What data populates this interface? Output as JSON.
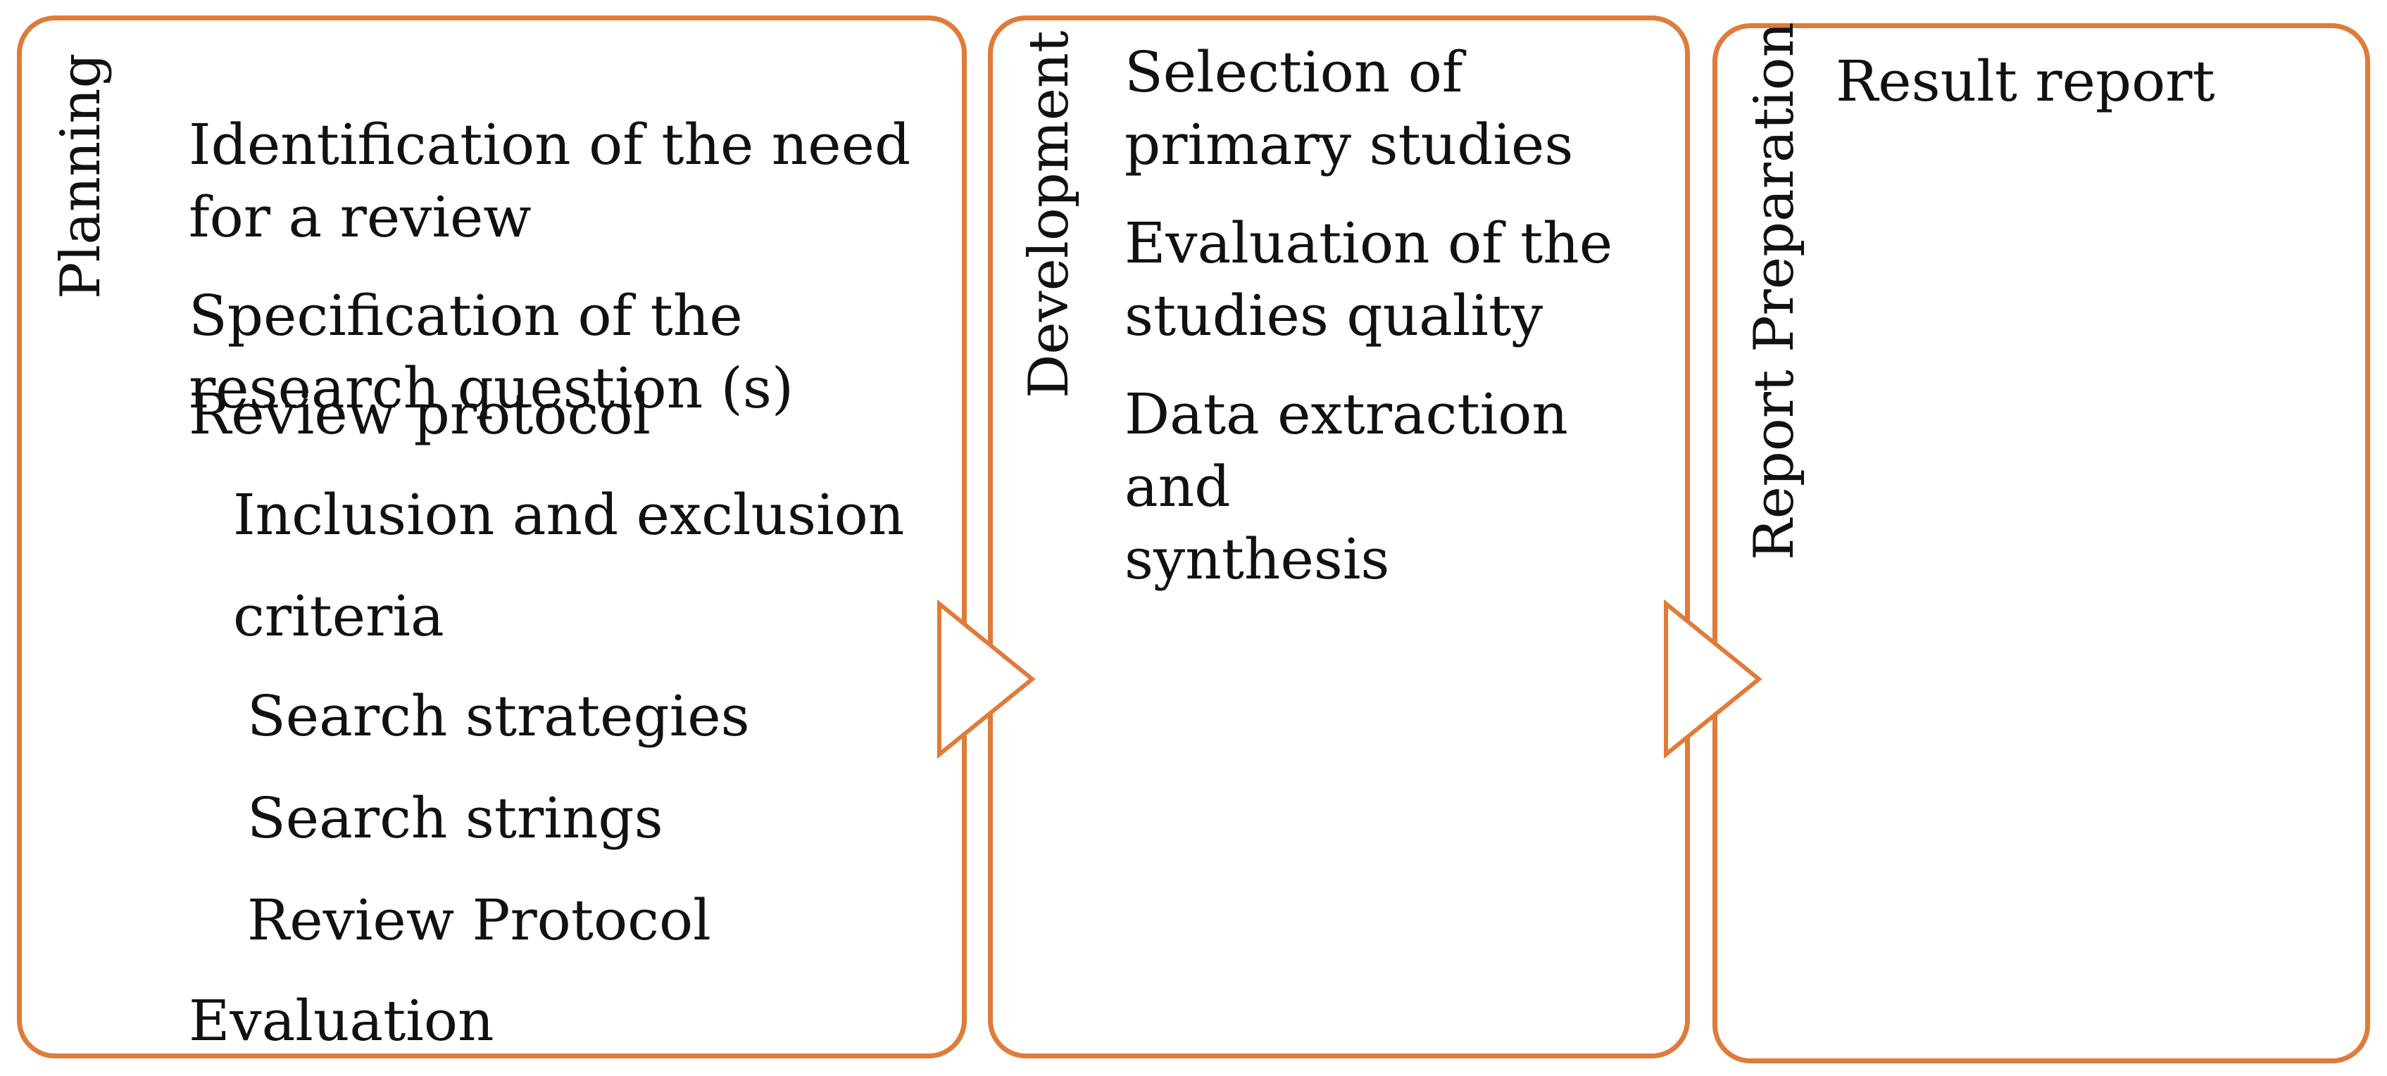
{
  "diagram": {
    "stages": [
      {
        "title": "Planning",
        "items": [
          "Identification of the need\nfor a review",
          "Specification of the\nresearch question (s)",
          "Review protocol",
          "Inclusion and exclusion",
          "criteria",
          "Search strategies",
          "Search strings",
          "Review Protocol",
          "Evaluation"
        ]
      },
      {
        "title": "Development",
        "items": [
          "Selection of\nprimary studies",
          "Evaluation of the\nstudies quality",
          "Data extraction and\nsynthesis"
        ]
      },
      {
        "title": "Report Preparation",
        "items": [
          "Result report"
        ]
      }
    ],
    "colors": {
      "accent": "#E07B39",
      "text": "#111111",
      "background": "#ffffff"
    },
    "icons": [
      "chevron-right-icon",
      "chevron-right-icon"
    ]
  }
}
